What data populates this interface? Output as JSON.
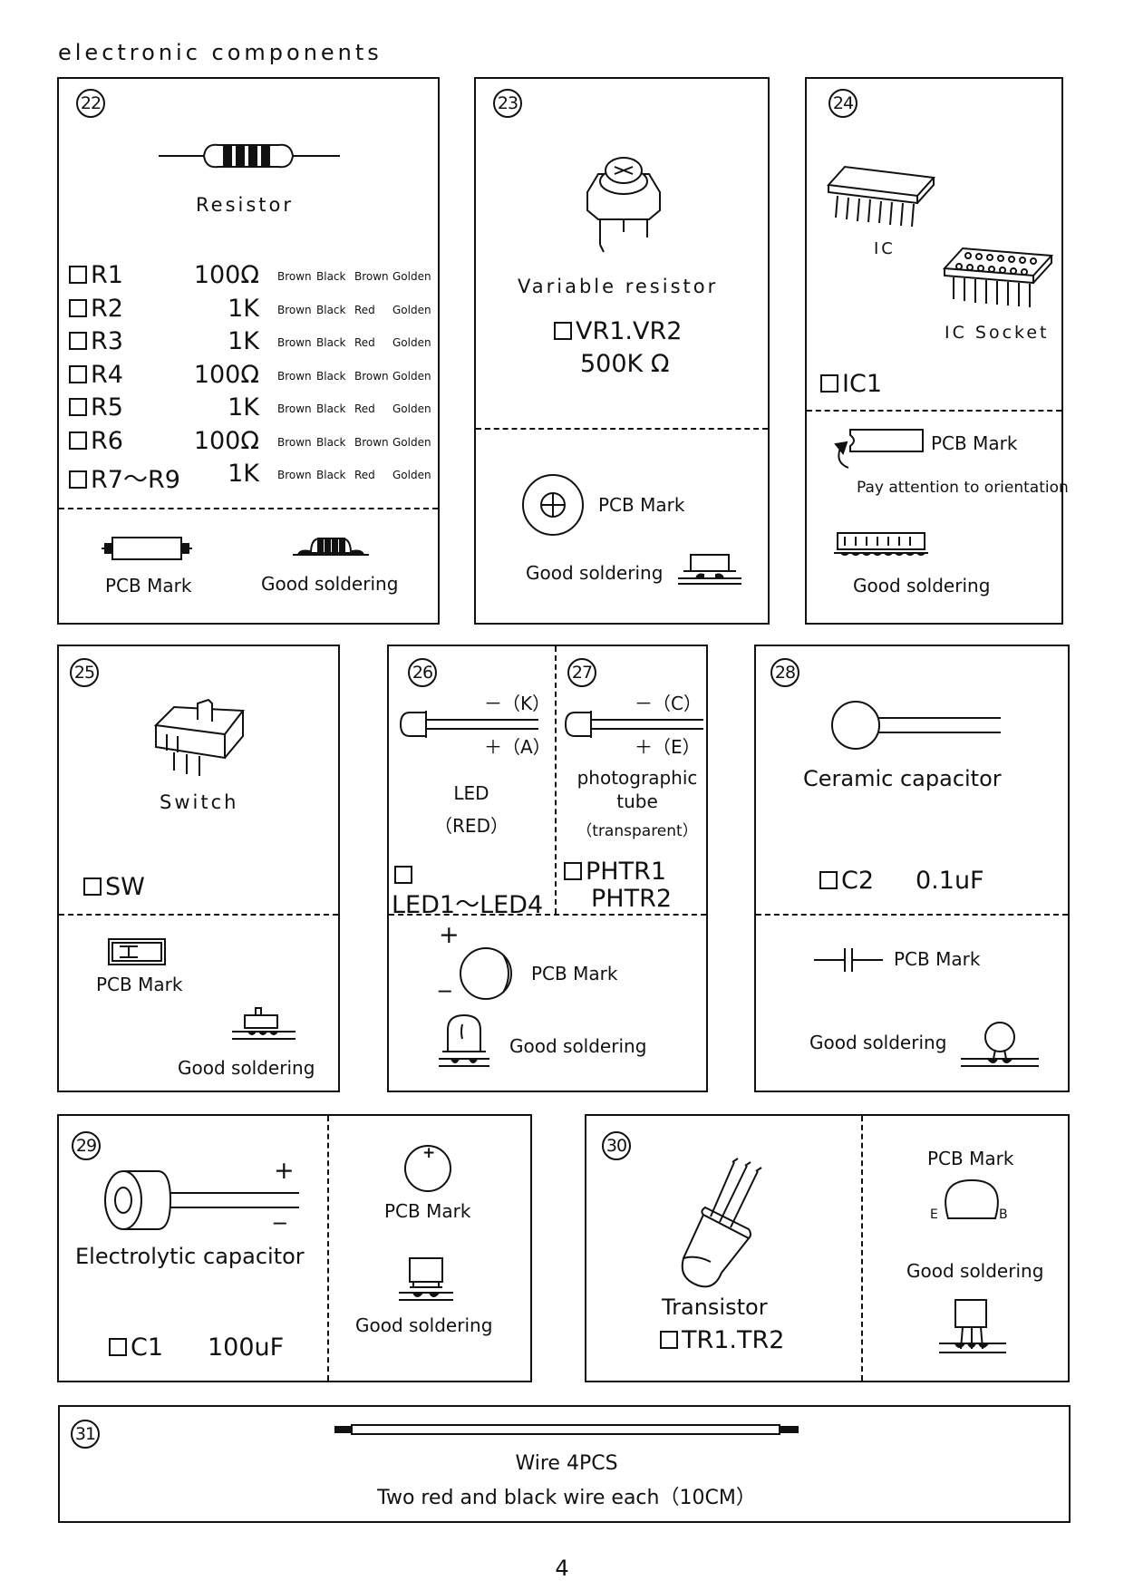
{
  "page": {
    "title": "electronic components",
    "page_number": "4"
  },
  "box22": {
    "number": "22",
    "name": "Resistor",
    "resistors": [
      {
        "ref": "R1",
        "value": "100Ω",
        "colors": [
          "Brown",
          "Black",
          "Brown",
          "Golden"
        ]
      },
      {
        "ref": "R2",
        "value": "1K",
        "colors": [
          "Brown",
          "Black",
          "Red",
          "Golden"
        ]
      },
      {
        "ref": "R3",
        "value": "1K",
        "colors": [
          "Brown",
          "Black",
          "Red",
          "Golden"
        ]
      },
      {
        "ref": "R4",
        "value": "100Ω",
        "colors": [
          "Brown",
          "Black",
          "Brown",
          "Golden"
        ]
      },
      {
        "ref": "R5",
        "value": "1K",
        "colors": [
          "Brown",
          "Black",
          "Red",
          "Golden"
        ]
      },
      {
        "ref": "R6",
        "value": "100Ω",
        "colors": [
          "Brown",
          "Black",
          "Brown",
          "Golden"
        ]
      },
      {
        "ref": "R7～R9",
        "value": "1K",
        "colors": [
          "Brown",
          "Black",
          "Red",
          "Golden"
        ]
      }
    ],
    "pcb_mark": "PCB Mark",
    "good_soldering": "Good soldering"
  },
  "box23": {
    "number": "23",
    "name": "Variable resistor",
    "ref": "VR1.VR2",
    "value": "500K  Ω",
    "pcb_mark": "PCB Mark",
    "good_soldering": "Good soldering"
  },
  "box24": {
    "number": "24",
    "ic_label": "IC",
    "socket_label": "IC Socket",
    "ref": "IC1",
    "pcb_mark": "PCB Mark",
    "orientation_note": "Pay attention to orientation",
    "good_soldering": "Good soldering"
  },
  "box25": {
    "number": "25",
    "name": "Switch",
    "ref": "SW",
    "pcb_mark": "PCB Mark",
    "good_soldering": "Good soldering"
  },
  "box26": {
    "number": "26",
    "minus_pin": "－（K）",
    "plus_pin": "＋（A）",
    "name_line1": "LED",
    "name_line2": "（RED）",
    "ref": "LED1～LED4",
    "plus": "+",
    "minus": "_",
    "pcb_mark": "PCB Mark",
    "good_soldering": "Good soldering"
  },
  "box27": {
    "number": "27",
    "minus_pin": "－（C）",
    "plus_pin": "＋（E）",
    "name_line1": "photographic",
    "name_line2": "tube",
    "name_line3": "（transparent）",
    "ref_line1": "PHTR1",
    "ref_line2": "PHTR2"
  },
  "box28": {
    "number": "28",
    "name": "Ceramic capacitor",
    "ref": "C2",
    "value": "0.1uF",
    "pcb_mark": "PCB Mark",
    "good_soldering": "Good soldering"
  },
  "box29": {
    "number": "29",
    "plus": "+",
    "minus": "_",
    "name": "Electrolytic capacitor",
    "ref": "C1",
    "value": "100uF",
    "pcb_plus": "+",
    "pcb_mark": "PCB Mark",
    "good_soldering": "Good soldering"
  },
  "box30": {
    "number": "30",
    "name": "Transistor",
    "ref": "TR1.TR2",
    "pcb_mark": "PCB Mark",
    "pin_e": "E",
    "pin_b": "B",
    "good_soldering": "Good soldering"
  },
  "box31": {
    "number": "31",
    "line1": "Wire  4PCS",
    "line2": "Two red and black wire each（10CM）"
  }
}
